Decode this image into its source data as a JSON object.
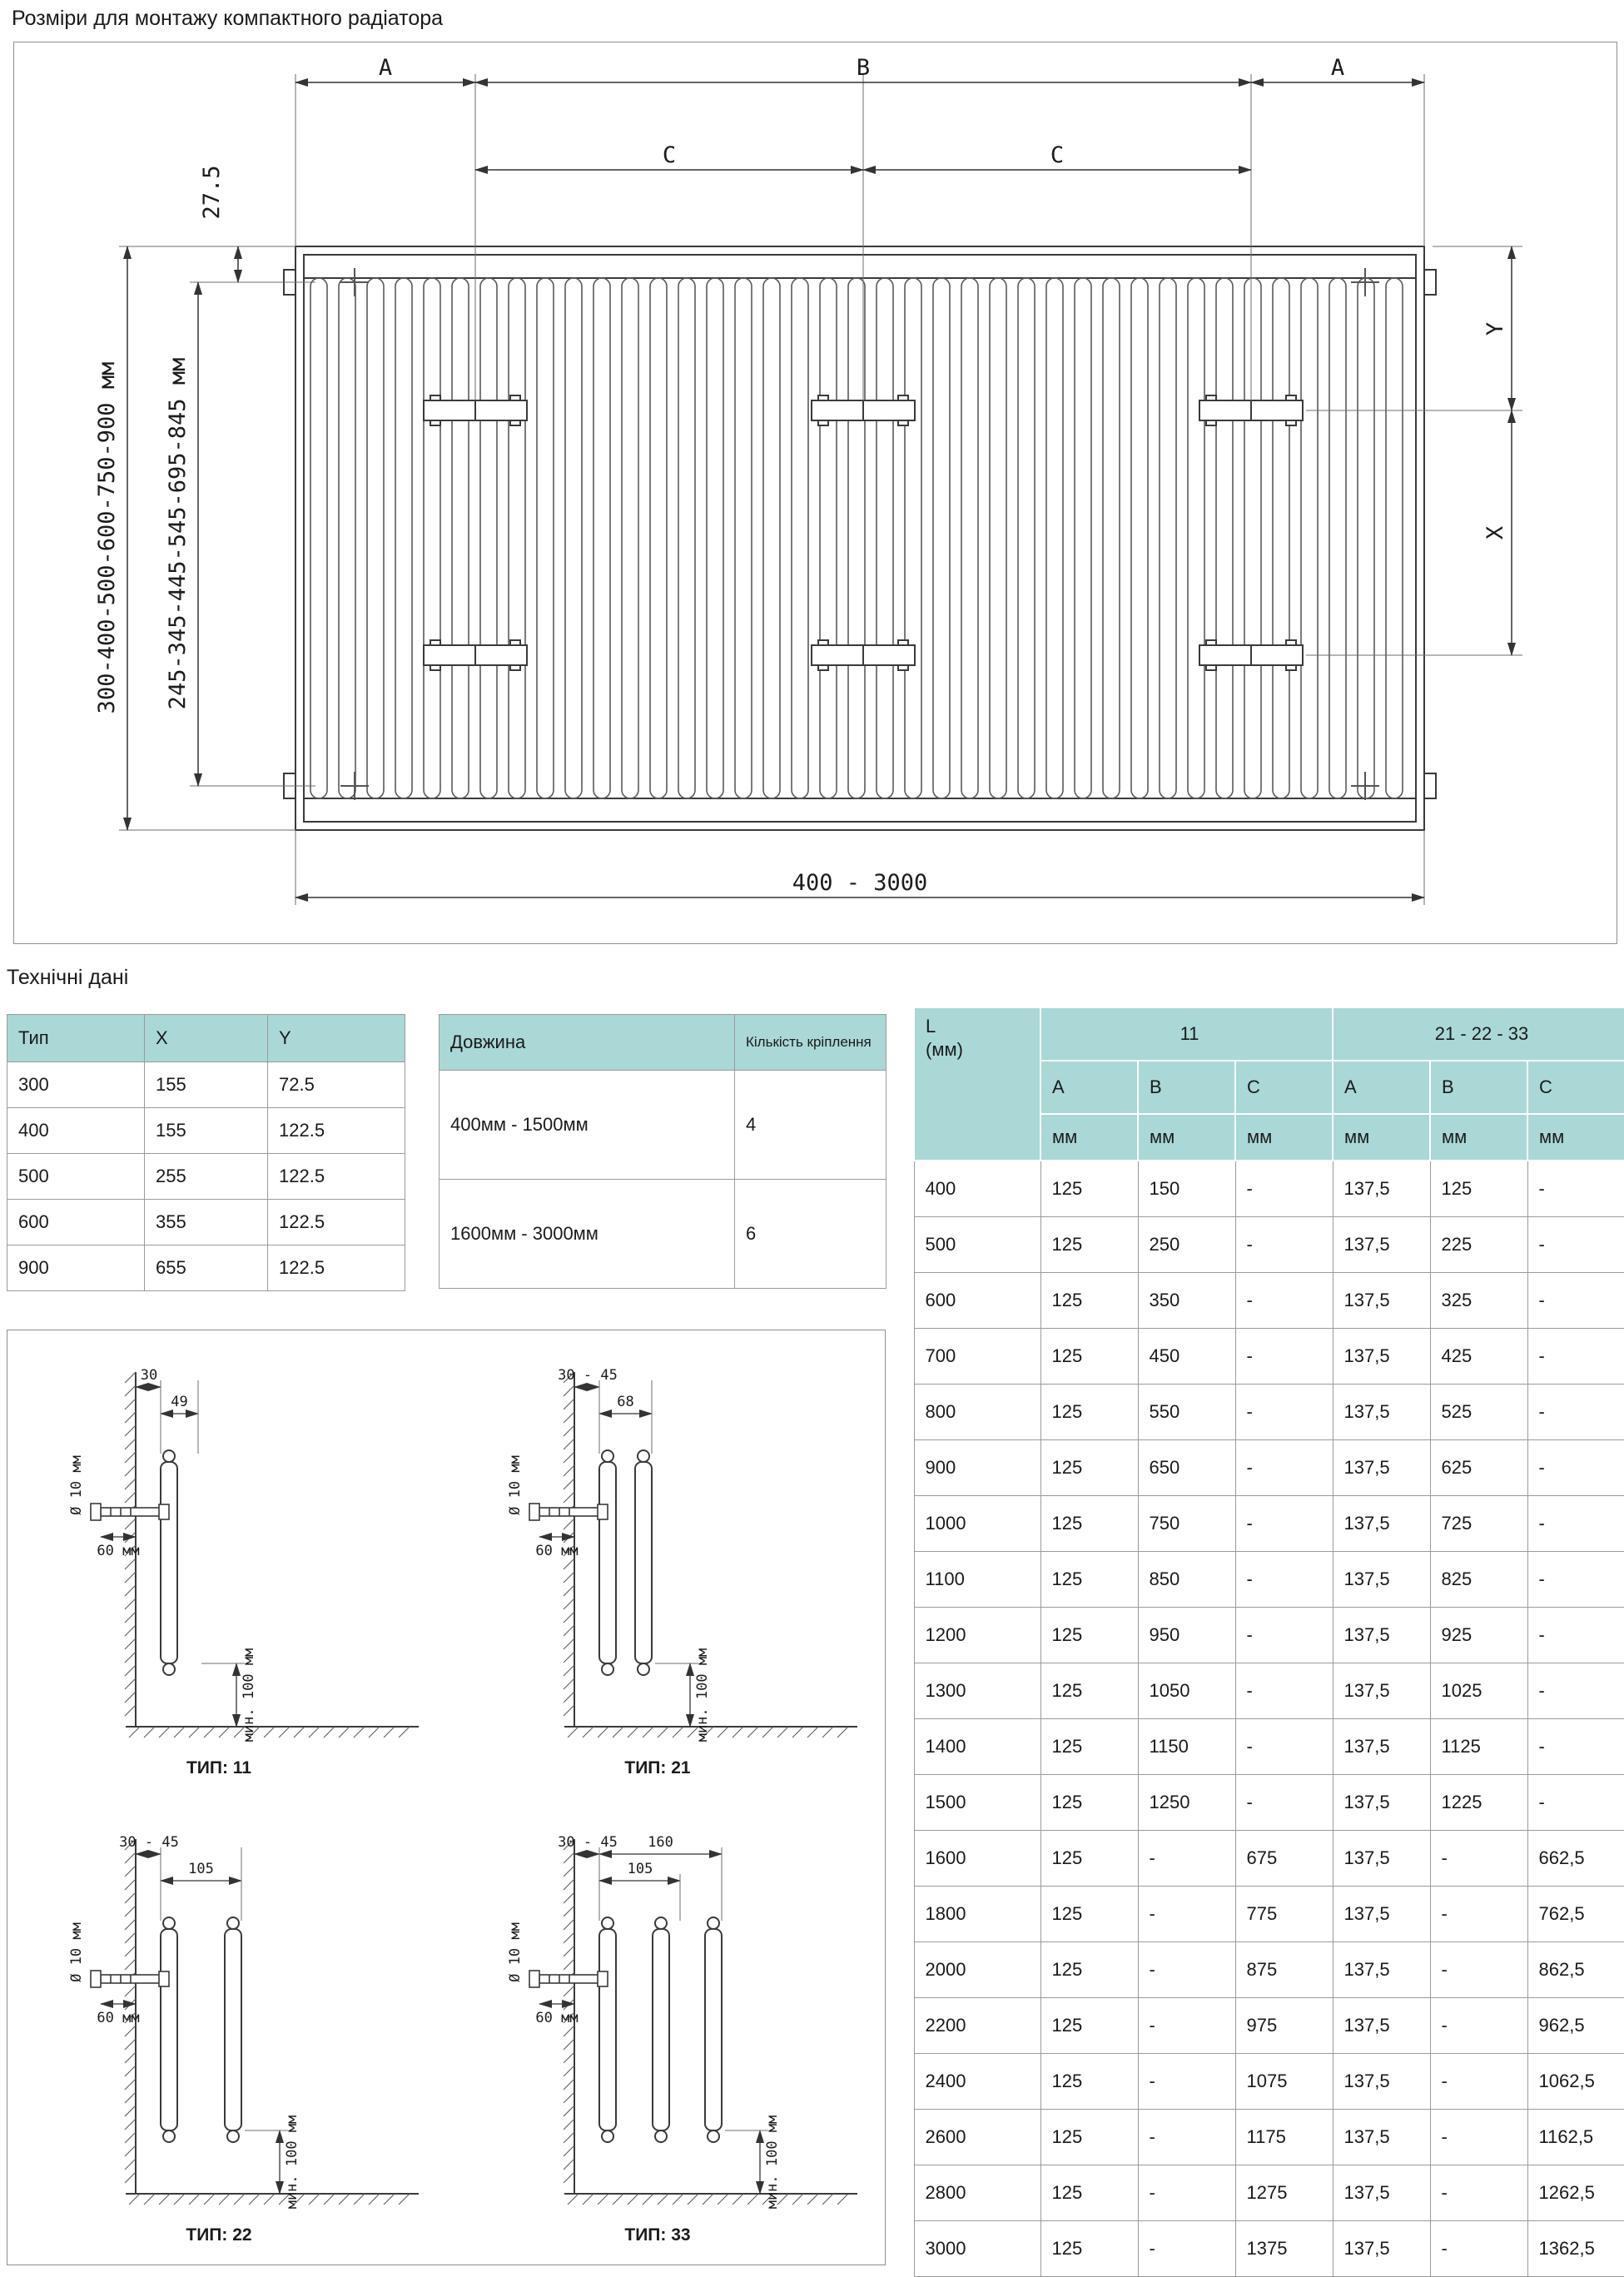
{
  "page": {
    "title": "Розміри для монтажу компактного радіатора",
    "tech_section_title": "Технічні дані"
  },
  "main_drawing": {
    "dim_a_left": "A",
    "dim_b": "B",
    "dim_a_right": "A",
    "dim_c_left": "C",
    "dim_c_right": "C",
    "dim_top_offset": "27.5",
    "dim_heights": "300-400-500-600-750-900 мм",
    "dim_bracket_heights": "245-345-445-545-695-845 мм",
    "dim_y": "Y",
    "dim_x": "X",
    "dim_length_range": "400 - 3000"
  },
  "tip_table": {
    "headers": [
      "Тип",
      "X",
      "Y"
    ],
    "rows": [
      [
        "300",
        "155",
        "72.5"
      ],
      [
        "400",
        "155",
        "122.5"
      ],
      [
        "500",
        "255",
        "122.5"
      ],
      [
        "600",
        "355",
        "122.5"
      ],
      [
        "900",
        "655",
        "122.5"
      ]
    ]
  },
  "fastener_table": {
    "headers": [
      "Довжина",
      "Кількість кріплення"
    ],
    "rows": [
      [
        "400мм - 1500мм",
        "4"
      ],
      [
        "1600мм - 3000мм",
        "6"
      ]
    ]
  },
  "dim_table": {
    "l_label": "L",
    "l_unit": "(мм)",
    "group_11": "11",
    "group_21_22_33": "21 - 22 - 33",
    "sub_headers": [
      "A",
      "B",
      "C",
      "A",
      "B",
      "C"
    ],
    "units": [
      "мм",
      "мм",
      "мм",
      "мм",
      "мм",
      "мм"
    ],
    "rows": [
      [
        "400",
        "125",
        "150",
        "-",
        "137,5",
        "125",
        "-"
      ],
      [
        "500",
        "125",
        "250",
        "-",
        "137,5",
        "225",
        "-"
      ],
      [
        "600",
        "125",
        "350",
        "-",
        "137,5",
        "325",
        "-"
      ],
      [
        "700",
        "125",
        "450",
        "-",
        "137,5",
        "425",
        "-"
      ],
      [
        "800",
        "125",
        "550",
        "-",
        "137,5",
        "525",
        "-"
      ],
      [
        "900",
        "125",
        "650",
        "-",
        "137,5",
        "625",
        "-"
      ],
      [
        "1000",
        "125",
        "750",
        "-",
        "137,5",
        "725",
        "-"
      ],
      [
        "1100",
        "125",
        "850",
        "-",
        "137,5",
        "825",
        "-"
      ],
      [
        "1200",
        "125",
        "950",
        "-",
        "137,5",
        "925",
        "-"
      ],
      [
        "1300",
        "125",
        "1050",
        "-",
        "137,5",
        "1025",
        "-"
      ],
      [
        "1400",
        "125",
        "1150",
        "-",
        "137,5",
        "1125",
        "-"
      ],
      [
        "1500",
        "125",
        "1250",
        "-",
        "137,5",
        "1225",
        "-"
      ],
      [
        "1600",
        "125",
        "-",
        "675",
        "137,5",
        "-",
        "662,5"
      ],
      [
        "1800",
        "125",
        "-",
        "775",
        "137,5",
        "-",
        "762,5"
      ],
      [
        "2000",
        "125",
        "-",
        "875",
        "137,5",
        "-",
        "862,5"
      ],
      [
        "2200",
        "125",
        "-",
        "975",
        "137,5",
        "-",
        "962,5"
      ],
      [
        "2400",
        "125",
        "-",
        "1075",
        "137,5",
        "-",
        "1062,5"
      ],
      [
        "2600",
        "125",
        "-",
        "1175",
        "137,5",
        "-",
        "1162,5"
      ],
      [
        "2800",
        "125",
        "-",
        "1275",
        "137,5",
        "-",
        "1262,5"
      ],
      [
        "3000",
        "125",
        "-",
        "1375",
        "137,5",
        "-",
        "1362,5"
      ]
    ]
  },
  "type_drawings": [
    {
      "label": "ТИП: 11",
      "dim_wall": "30",
      "dim_depth": "49",
      "dim_inner": "",
      "panels": 1,
      "diameter": "Ø 10 мм",
      "anchor": "60 мм",
      "min_clearance": "мин. 100 мм"
    },
    {
      "label": "ТИП: 21",
      "dim_wall": "30 - 45",
      "dim_depth": "68",
      "dim_inner": "",
      "panels": 2,
      "diameter": "Ø 10 мм",
      "anchor": "60 мм",
      "min_clearance": "мин. 100 мм"
    },
    {
      "label": "ТИП: 22",
      "dim_wall": "30 - 45",
      "dim_depth": "105",
      "dim_inner": "",
      "panels": 2,
      "diameter": "Ø 10 мм",
      "anchor": "60 мм",
      "min_clearance": "мин. 100 мм"
    },
    {
      "label": "ТИП: 33",
      "dim_wall": "30 - 45",
      "dim_depth": "160",
      "dim_inner": "105",
      "panels": 3,
      "diameter": "Ø 10 мм",
      "anchor": "60 мм",
      "min_clearance": "мин. 100 мм"
    }
  ],
  "colors": {
    "header_teal": "#a9d8d6",
    "drawing_line": "#3a3a3a"
  }
}
